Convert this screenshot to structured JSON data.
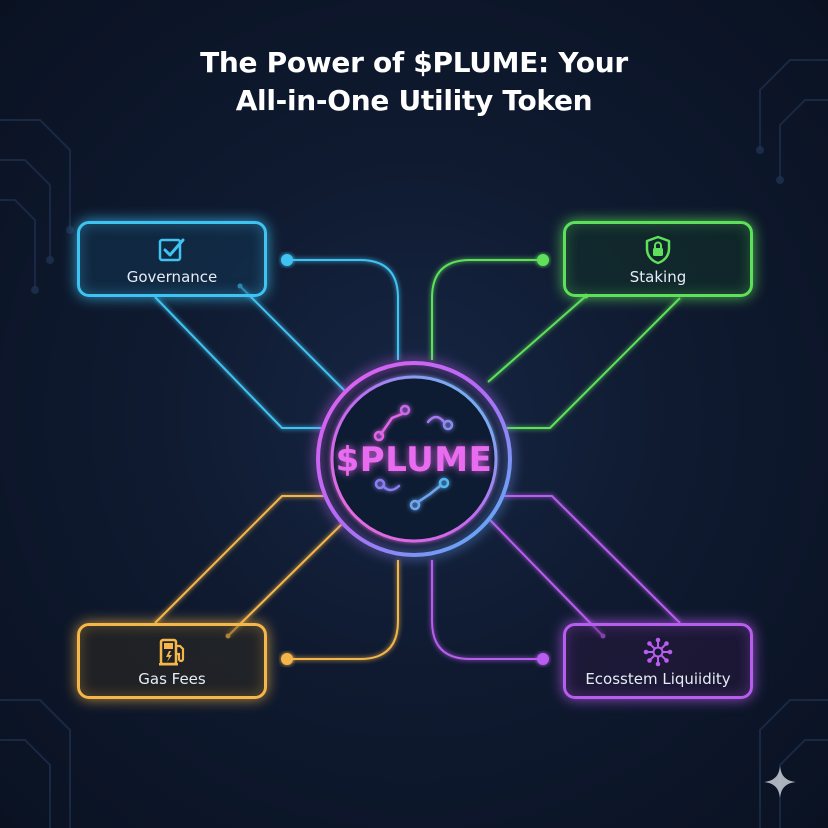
{
  "title": {
    "line1": "The Power of $PLUME: Your",
    "line2": "All-in-One Utility Token"
  },
  "hub": {
    "label": "$PLUME"
  },
  "nodes": {
    "governance": {
      "label": "Governance",
      "icon": "checkbox-icon",
      "color": "#3fc3f2"
    },
    "staking": {
      "label": "Staking",
      "icon": "shield-lock-icon",
      "color": "#5ee05a"
    },
    "gas_fees": {
      "label": "Gas Fees",
      "icon": "fuel-pump-icon",
      "color": "#f5b64a"
    },
    "ecosystem": {
      "label": "Ecosstem Liquiidity",
      "icon": "network-icon",
      "color": "#b95cf0"
    }
  },
  "watermark": {
    "icon": "sparkle-icon"
  }
}
